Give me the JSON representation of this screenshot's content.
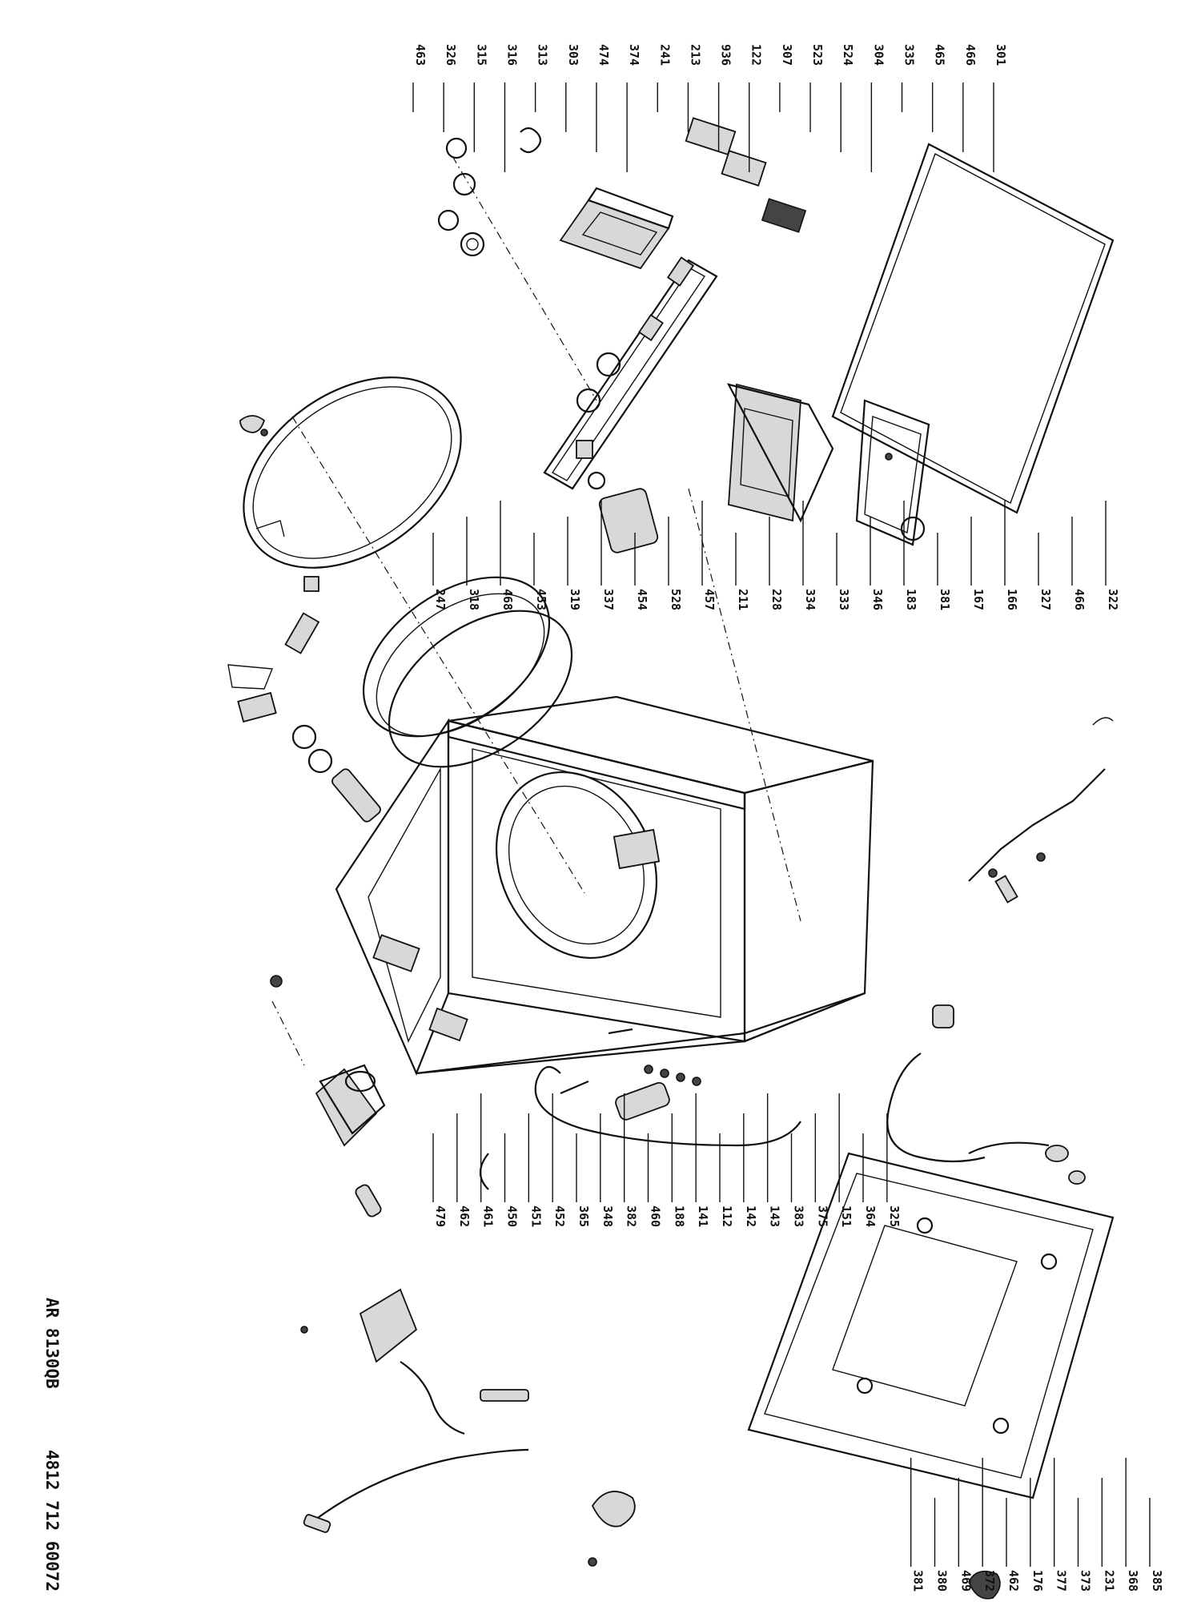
{
  "diagram": {
    "document_code": "AR 8130QB",
    "part_number": "4812 712 60072",
    "top_labels": [
      "463",
      "326",
      "315",
      "316",
      "313",
      "303",
      "474",
      "374",
      "241",
      "213",
      "936",
      "122",
      "307",
      "523",
      "524",
      "304",
      "335",
      "465",
      "466",
      "301"
    ],
    "right_labels": [
      "247",
      "318",
      "468",
      "453",
      "319",
      "337",
      "454",
      "528",
      "457",
      "211",
      "228",
      "334",
      "333",
      "346",
      "183",
      "381",
      "167",
      "166",
      "327",
      "466",
      "322"
    ],
    "bottom_labels": [
      "479",
      "462",
      "461",
      "450",
      "451",
      "452",
      "365",
      "348",
      "382",
      "460",
      "188",
      "141",
      "112",
      "142",
      "143",
      "383",
      "375",
      "151",
      "364",
      "325",
      "381",
      "380",
      "469",
      "372",
      "462",
      "176",
      "377",
      "373",
      "231",
      "368",
      "385"
    ]
  }
}
